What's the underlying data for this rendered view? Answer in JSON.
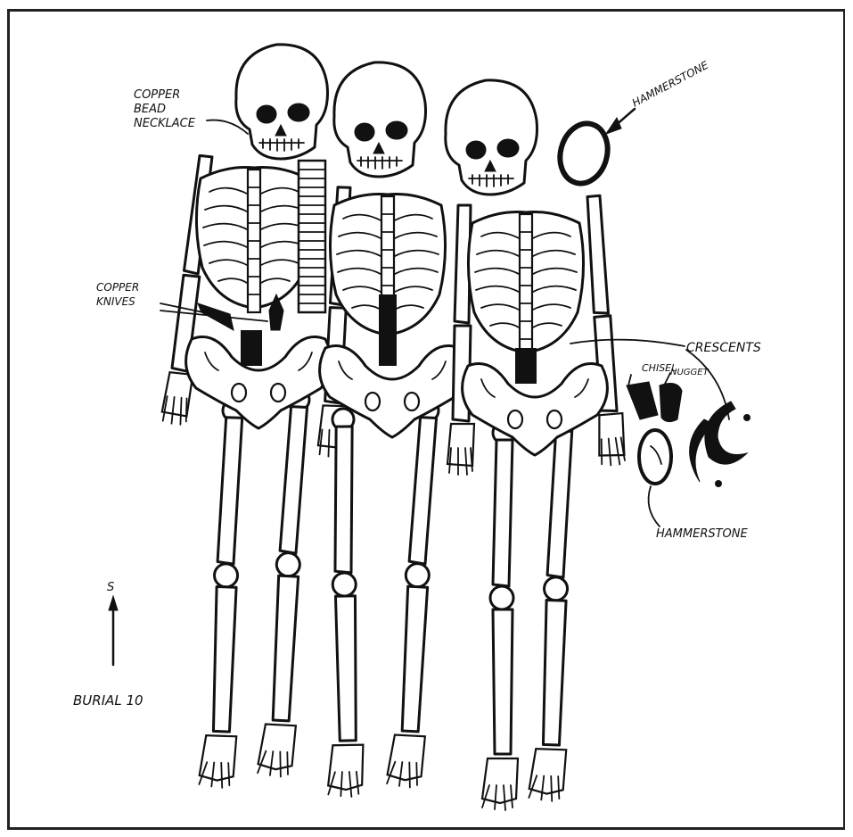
{
  "labels": {
    "copper_bead_necklace": [
      "COPPER",
      "BEAD",
      "NECKLACE"
    ],
    "hammerstone_top": "HAMMERSTONE",
    "copper_knives": [
      "COPPER",
      "KNIVES"
    ],
    "crescents": "CRESCENTS",
    "chisel": "CHISEL",
    "nugget": "NUGGET",
    "hammerstone_bottom": "HAMMERSTONE",
    "north_arrow": "S",
    "caption": "BURIAL 10"
  },
  "colors": {
    "ink": "#111111",
    "paper": "#ffffff",
    "frame": "#222222"
  }
}
